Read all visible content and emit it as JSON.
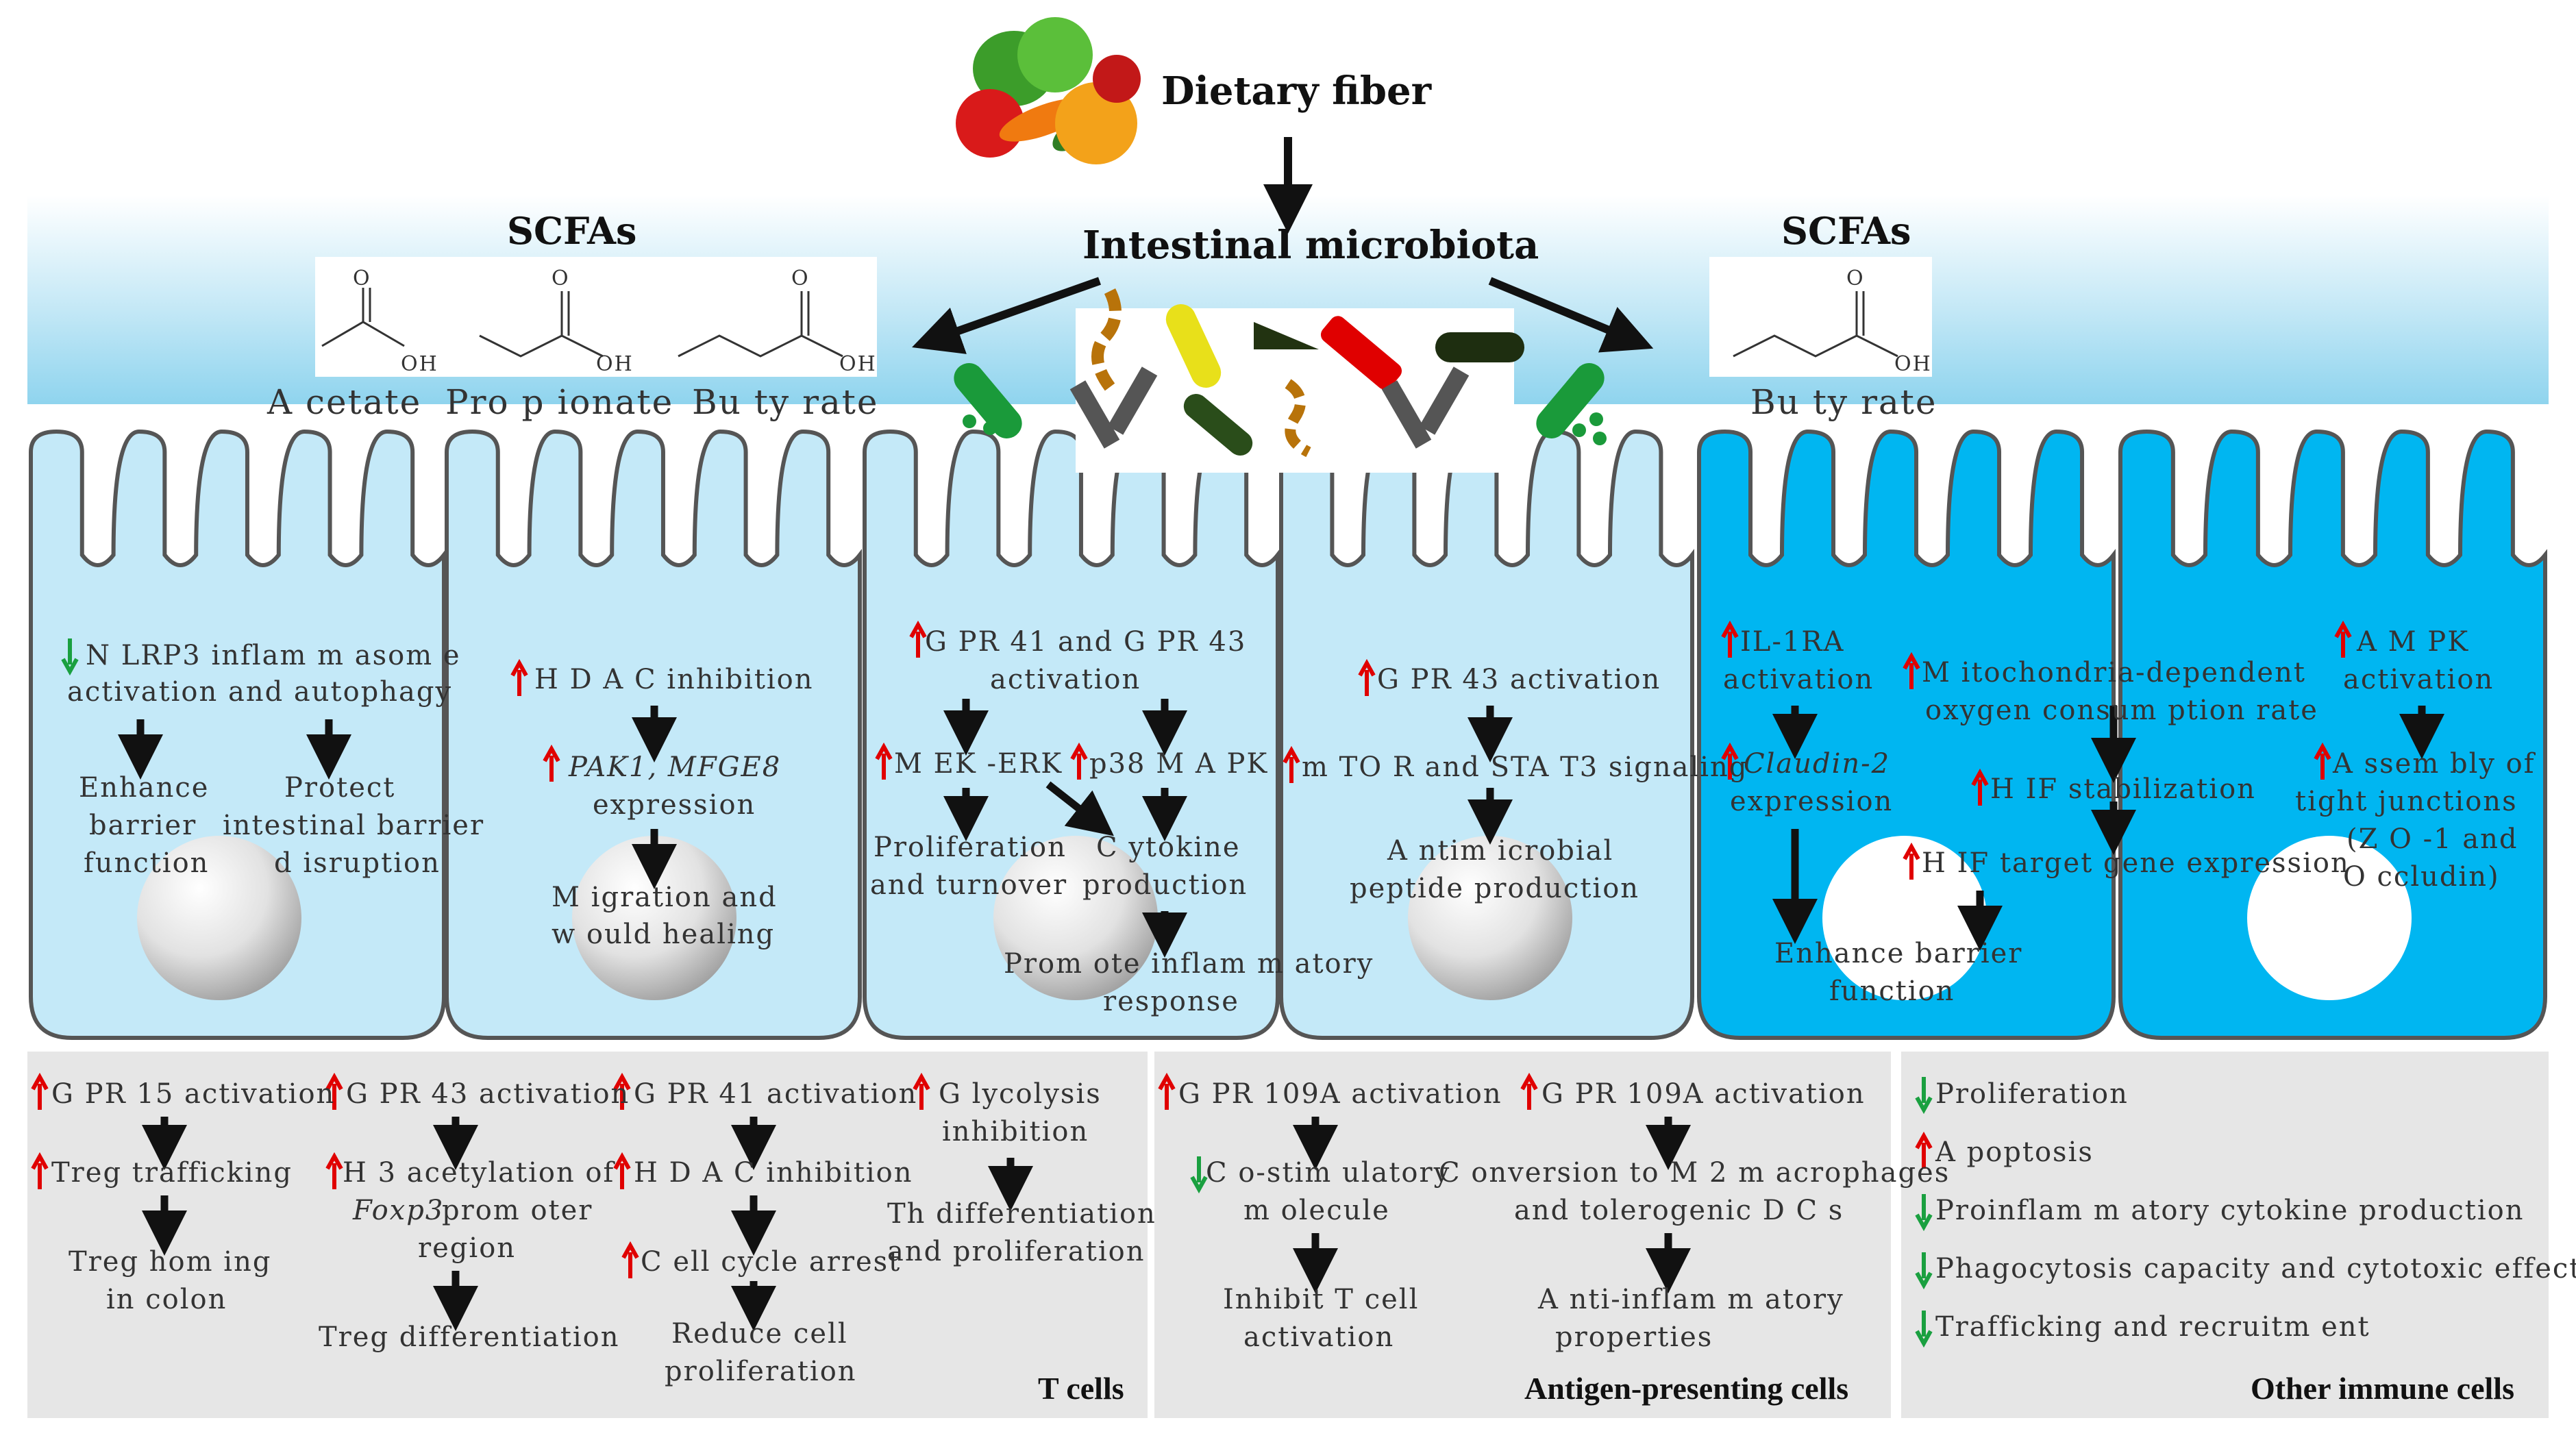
{
  "top": {
    "dietary_fiber": "Dietary fiber",
    "microbiota": "Intestinal microbiota",
    "scfas_left": "SCFAs",
    "scfas_right": "SCFAs",
    "acetate": "A cetate",
    "propionate": "Pro p ionate",
    "butyrate": "Bu ty rate",
    "butyrate_right": "Bu ty rate",
    "oh": "OH",
    "o": "O"
  },
  "cells": {
    "c1": {
      "l1": "N LRP3 inflam m asom e",
      "l2": "activation and autophagy",
      "a1": "Enhance",
      "a2": "barrier",
      "a3": "function",
      "b1": "Protect",
      "b2": "intestinal barrier",
      "b3": "d isruption"
    },
    "c2": {
      "l1": "H D A C  inhibition",
      "l2a": "PAK1, MFGE8",
      "l2b": "expression",
      "l3": "M igration and",
      "l4": "w ould healing"
    },
    "c3": {
      "l1": "G PR 41 and G PR 43",
      "l2": "activation",
      "mek": "M EK -ERK",
      "p38": "p38 M A PK",
      "prol1": "Proliferation",
      "prol2": "and turnover",
      "cyt1": "C ytokine",
      "cyt2": "production",
      "inf1": "Prom ote inflam m atory",
      "inf2": "response"
    },
    "c4": {
      "l1": "G PR 43 activation",
      "l2": "m TO R and STA T3 signaling",
      "l3": "A ntim icrobial",
      "l4": "peptide production"
    },
    "c5": {
      "l1": "IL-1RA",
      "l2": "activation",
      "l3": "Claudin-2",
      "l4": "expression",
      "l5": "Enhance barrier",
      "l6": "function",
      "m1": "M itochondria-dependent",
      "m2": "oxygen consum ption rate",
      "h1": "H IF stabilization",
      "h2": "H IF target gene expression"
    },
    "c6": {
      "l1": "A M PK",
      "l2": "activation",
      "l3": "A ssem bly of",
      "l4": "tight junctions",
      "l5": "(Z O -1 and",
      "l6": "O ccludin)"
    }
  },
  "panels": {
    "tcells": {
      "title": "T cells",
      "c1": [
        "G PR 15 activation",
        "Treg trafficking",
        "Treg hom ing",
        "in colon"
      ],
      "c2": [
        "G PR 43 activation",
        "H 3 acetylation of",
        "Foxp3",
        "prom oter",
        "region",
        "Treg differentiation"
      ],
      "c3": [
        "G PR 41 activation",
        "H D A C  inhibition",
        "C ell cycle arrest",
        "Reduce cell",
        "proliferation"
      ],
      "c4": [
        "G lycolysis",
        "inhibition",
        "Th differentiation",
        "and proliferation"
      ]
    },
    "apc": {
      "title": "Antigen-presenting cells",
      "c1": [
        "G PR 109A  activation",
        "C o-stim ulatory",
        "m olecule",
        "Inhibit T cell",
        "activation"
      ],
      "c2": [
        "G PR 109A  activation",
        "C onversion to M 2 m acrophages",
        "and tolerogenic D C s",
        "A nti-inflam m atory",
        "properties"
      ]
    },
    "other": {
      "title": "Other immune cells",
      "items": [
        "Proliferation",
        "A poptosis",
        "Proinflam m atory cytokine production",
        "Phagocytosis capacity and cytotoxic effect",
        "Trafficking and recruitm ent"
      ]
    }
  },
  "colors": {
    "cell_light": "#c4e9f8",
    "cell_bright": "#00b6f1",
    "panel_bg": "#e6e6e6",
    "up_arrow": "#e00000",
    "down_arrow": "#1aa040"
  }
}
